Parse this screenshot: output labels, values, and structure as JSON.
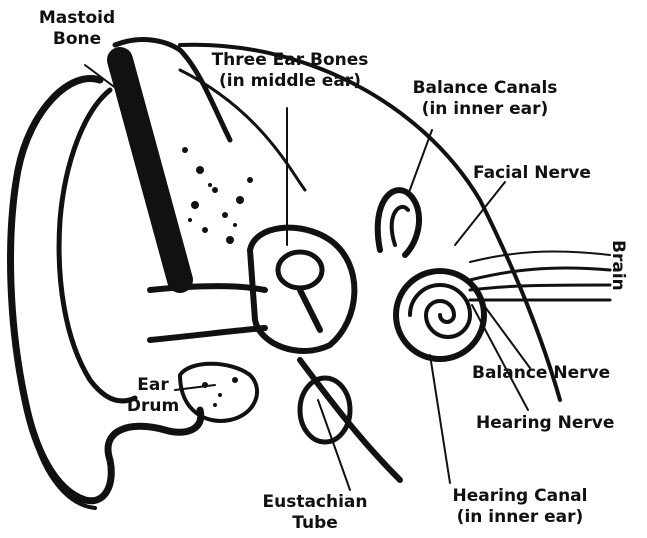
{
  "labels": {
    "mastoid_bone": [
      "Mastoid",
      "Bone"
    ],
    "three_ear_bones": [
      "Three Ear Bones",
      "(in middle ear)"
    ],
    "balance_canals": [
      "Balance Canals",
      "(in inner ear)"
    ],
    "facial_nerve": "Facial Nerve",
    "brain": "Brain",
    "balance_nerve": "Balance Nerve",
    "ear_drum": [
      "Ear",
      "Drum"
    ],
    "hearing_nerve": "Hearing Nerve",
    "eustachian_tube": [
      "Eustachian",
      "Tube"
    ],
    "hearing_canal": [
      "Hearing Canal",
      "(in inner ear)"
    ]
  },
  "colors": {
    "ink": "#111111",
    "background": "#ffffff"
  }
}
